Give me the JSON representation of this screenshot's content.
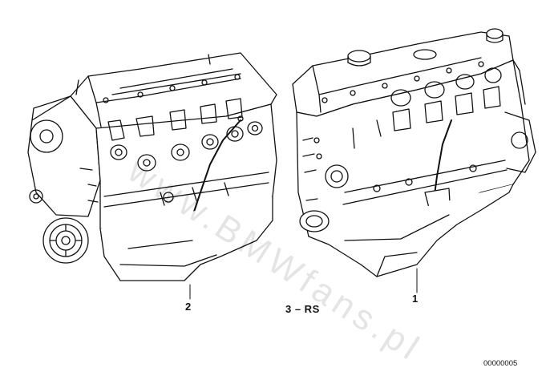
{
  "diagram": {
    "callouts": {
      "part_2": "2",
      "part_1": "1",
      "variant": "3 – RS"
    },
    "reference_code": "00000005",
    "watermark": "www.BMWfans.pl"
  }
}
